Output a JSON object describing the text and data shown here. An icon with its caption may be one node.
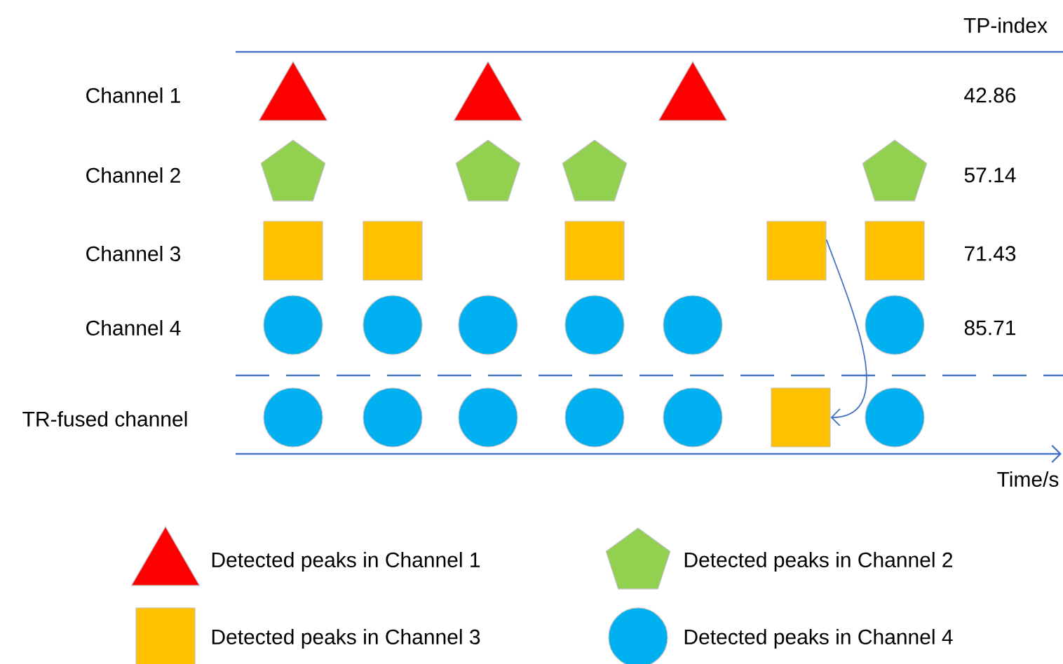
{
  "diagram": {
    "nodes": [
      {
        "text": [],
        "shape": "triangle"
      },
      {
        "text": [],
        "shape": "triangle"
      },
      {
        "text": [],
        "shape": "triangle"
      },
      {
        "text": [],
        "shape": "pentagon"
      },
      {
        "text": [],
        "shape": "pentagon"
      },
      {
        "text": [],
        "shape": "pentagon"
      },
      {
        "text": [],
        "shape": "pentagon"
      },
      {
        "text": [],
        "shape": "box"
      },
      {
        "text": [],
        "shape": "box"
      },
      {
        "text": [],
        "shape": "box"
      },
      {
        "text": [],
        "shape": "box"
      },
      {
        "text": [],
        "shape": "box"
      },
      {
        "text": [],
        "shape": "circle"
      },
      {
        "text": [],
        "shape": "circle"
      },
      {
        "text": [],
        "shape": "circle"
      },
      {
        "text": [],
        "shape": "circle"
      },
      {
        "text": [],
        "shape": "circle"
      },
      {
        "text": [],
        "shape": "circle"
      },
      {
        "text": [],
        "shape": "circle"
      },
      {
        "text": [],
        "shape": "circle"
      },
      {
        "text": [],
        "shape": "circle"
      },
      {
        "text": [],
        "shape": "circle"
      },
      {
        "text": [],
        "shape": "circle"
      },
      {
        "text": [],
        "shape": "box"
      },
      {
        "text": [],
        "shape": "circle"
      }
    ],
    "edges": [
      {
        "from": 10,
        "to": 23,
        "arrow": "to"
      }
    ],
    "labels": [
      "TP-index",
      "Channel 1",
      "42.86",
      "Channel 2",
      "57.14",
      "Channel 3",
      "71.43",
      "Channel 4",
      "85.71",
      "TR-fused channel",
      "Time/s"
    ],
    "legend": [
      {
        "text": "Detected peaks in Channel 1",
        "color": "#ff0000"
      },
      {
        "text": "Detected peaks in Channel 2",
        "color": "#92d050"
      },
      {
        "text": "Detected peaks in Channel 3",
        "color": "#ffc000"
      },
      {
        "text": "Detected peaks in Channel 4",
        "color": "#00b0f0"
      }
    ]
  }
}
